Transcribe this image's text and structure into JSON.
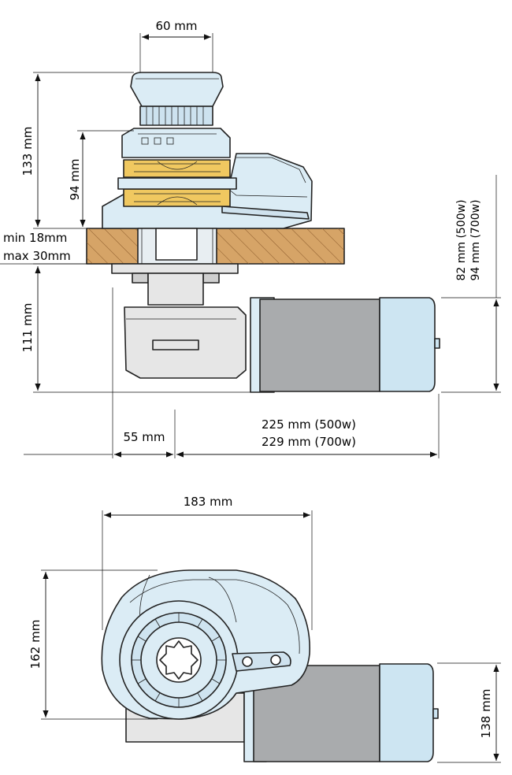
{
  "side_view": {
    "top_width": "60 mm",
    "gypsy_height": "133 mm",
    "chain_height": "94 mm",
    "deck_min": "min 18mm",
    "deck_max": "max 30mm",
    "below_deck_height": "111 mm",
    "motor_clearance_500": "82 mm (500w)",
    "motor_clearance_700": "94 mm (700w)",
    "offset": "55 mm",
    "motor_length_500": "225 mm (500w)",
    "motor_length_700": "229 mm (700w)"
  },
  "top_view": {
    "width": "183 mm",
    "depth": "162 mm",
    "motor_depth": "138 mm"
  },
  "colors": {
    "body": "#dbecf5",
    "motor_grey": "#a9abad",
    "motor_cap": "#cde5f2",
    "deck_wood": "#d6a467",
    "chain_yellow": "#f0c860",
    "gearbox": "#e6e6e6"
  }
}
